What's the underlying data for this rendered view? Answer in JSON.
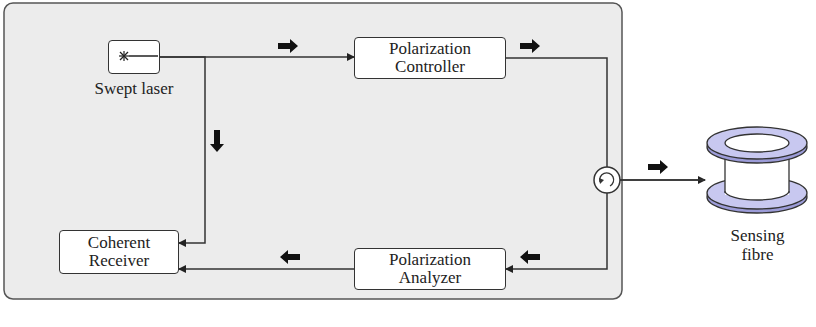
{
  "diagram": {
    "nodes": [
      {
        "text": [
          "Swept laser"
        ]
      },
      {
        "text": [
          "Polarization Controller"
        ]
      },
      {
        "text": [
          "Coherent Receiver"
        ]
      },
      {
        "text": [
          "Polarization Analyzer"
        ]
      },
      {
        "text": [
          "Sensing fibre"
        ]
      }
    ],
    "edges": [
      {
        "from": 0,
        "to": 1,
        "arrow": "to"
      },
      {
        "from": 0,
        "to": 2,
        "arrow": "to"
      },
      {
        "from": 1,
        "to": 4,
        "arrow": "to"
      },
      {
        "from": 4,
        "to": 3,
        "arrow": "to"
      },
      {
        "from": 3,
        "to": 2,
        "arrow": "to"
      }
    ]
  }
}
